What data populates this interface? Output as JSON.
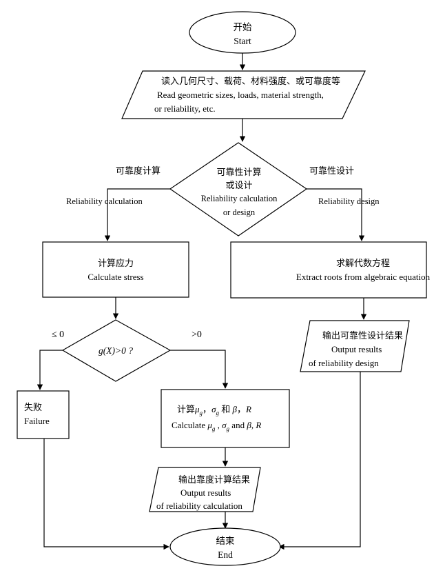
{
  "nodes": {
    "start": {
      "zh": "开始",
      "en": "Start"
    },
    "read_input": {
      "zh": "读入几何尺寸、载荷、材料强度、或可靠度等",
      "en1": "Read geometric sizes, loads, material strength,",
      "en2": "or reliability, etc."
    },
    "decision": {
      "zh1": "可靠性计算",
      "zh2": "或设计",
      "en1": "Reliability calculation",
      "en2": "or design"
    },
    "calc_stress": {
      "zh": "计算应力",
      "en": "Calculate stress"
    },
    "solve_eq": {
      "zh": "求解代数方程",
      "en": "Extract roots from algebraic equation"
    },
    "gx_check": {
      "text": "g(X)>0 ?"
    },
    "failure": {
      "zh": "失败",
      "en": "Failure"
    },
    "calc_params": {
      "zh_prefix": "计算",
      "zh_and": "和",
      "en_prefix": "Calculate",
      "en_and": "and",
      "mu": "μ",
      "sigma": "σ",
      "beta": "β",
      "sub": "g",
      "r": "R"
    },
    "out_calc": {
      "zh": "输出靠度计算结果",
      "en1": "Output results",
      "en2": "of reliability calculation"
    },
    "out_design": {
      "zh": "输出可靠性设计结果",
      "en1": "Output results",
      "en2": "of reliability design"
    },
    "end": {
      "zh": "结束",
      "en": "End"
    }
  },
  "edge_labels": {
    "left_zh": "可靠度计算",
    "left_en": "Reliability calculation",
    "right_zh": "可靠性设计",
    "right_en": "Reliability design",
    "le_zero": "≤ 0",
    "gt_zero": ">0"
  }
}
